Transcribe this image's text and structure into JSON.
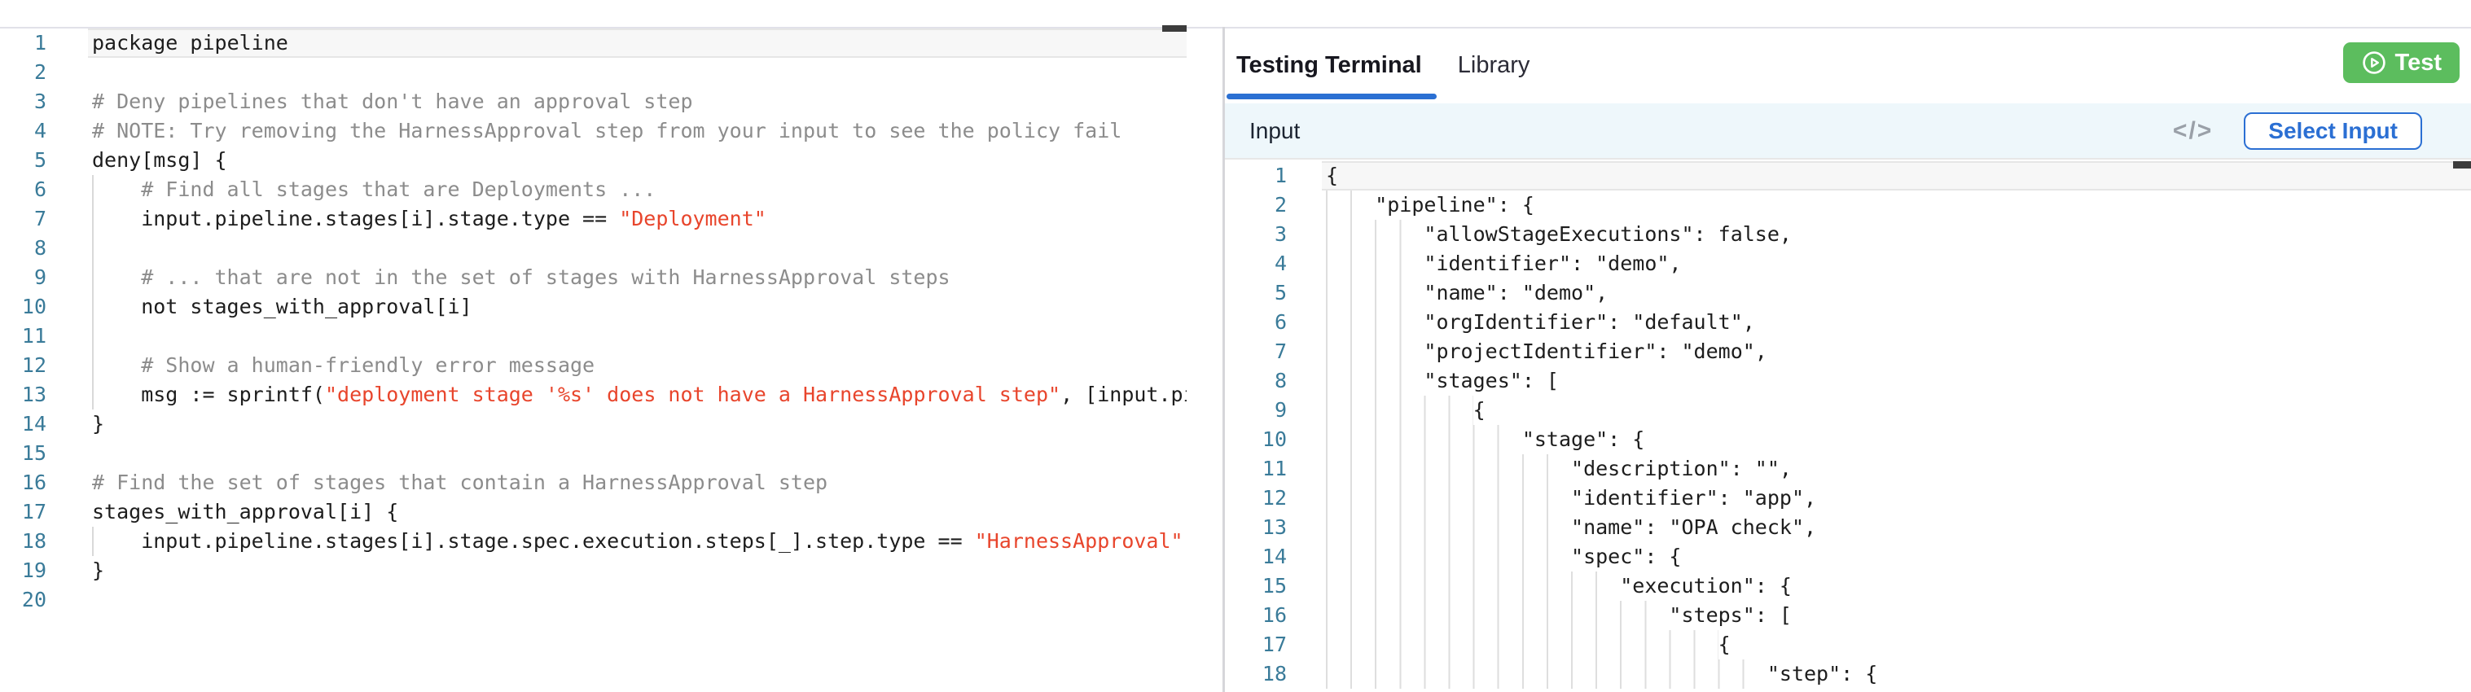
{
  "colors": {
    "accent_blue": "#2b70d3",
    "test_green": "#5cbd5e",
    "string_red": "#e8452c",
    "comment_gray": "#8c8c8c",
    "line_number_teal": "#3a7b99",
    "indent_guide": "#d9d9d9",
    "input_header_bg": "#eef7fb",
    "current_line_border": "#e6e6e6",
    "top_border": "#e1e1e9"
  },
  "left_editor": {
    "language": "rego",
    "current_line": 1,
    "lines": [
      {
        "n": 1,
        "indent": 0,
        "segs": [
          [
            "package pipeline",
            "code"
          ]
        ]
      },
      {
        "n": 2,
        "indent": 0,
        "segs": []
      },
      {
        "n": 3,
        "indent": 0,
        "segs": [
          [
            "# Deny pipelines that don't have an approval step",
            "comment"
          ]
        ]
      },
      {
        "n": 4,
        "indent": 0,
        "segs": [
          [
            "# NOTE: Try removing the HarnessApproval step from your input to see the policy fail",
            "comment"
          ]
        ]
      },
      {
        "n": 5,
        "indent": 0,
        "segs": [
          [
            "deny[msg] {",
            "code"
          ]
        ]
      },
      {
        "n": 6,
        "indent": 4,
        "segs": [
          [
            "# Find all stages that are Deployments ...",
            "comment"
          ]
        ]
      },
      {
        "n": 7,
        "indent": 4,
        "segs": [
          [
            "input.pipeline.stages[i].stage.type == ",
            "code"
          ],
          [
            "\"Deployment\"",
            "string"
          ]
        ]
      },
      {
        "n": 8,
        "indent": 4,
        "segs": []
      },
      {
        "n": 9,
        "indent": 4,
        "segs": [
          [
            "# ... that are not in the set of stages with HarnessApproval steps",
            "comment"
          ]
        ]
      },
      {
        "n": 10,
        "indent": 4,
        "segs": [
          [
            "not stages_with_approval[i]",
            "code"
          ]
        ]
      },
      {
        "n": 11,
        "indent": 4,
        "segs": []
      },
      {
        "n": 12,
        "indent": 4,
        "segs": [
          [
            "# Show a human-friendly error message",
            "comment"
          ]
        ]
      },
      {
        "n": 13,
        "indent": 4,
        "segs": [
          [
            "msg := sprintf(",
            "code"
          ],
          [
            "\"deployment stage '%s' does not have a HarnessApproval step\"",
            "string"
          ],
          [
            ", [input.pipel",
            "code"
          ]
        ]
      },
      {
        "n": 14,
        "indent": 0,
        "segs": [
          [
            "}",
            "code"
          ]
        ]
      },
      {
        "n": 15,
        "indent": 0,
        "segs": []
      },
      {
        "n": 16,
        "indent": 0,
        "segs": [
          [
            "# Find the set of stages that contain a HarnessApproval step",
            "comment"
          ]
        ]
      },
      {
        "n": 17,
        "indent": 0,
        "segs": [
          [
            "stages_with_approval[i] {",
            "code"
          ]
        ]
      },
      {
        "n": 18,
        "indent": 4,
        "segs": [
          [
            "input.pipeline.stages[i].stage.spec.execution.steps[_].step.type == ",
            "code"
          ],
          [
            "\"HarnessApproval\"",
            "string"
          ]
        ]
      },
      {
        "n": 19,
        "indent": 0,
        "segs": [
          [
            "}",
            "code"
          ]
        ]
      },
      {
        "n": 20,
        "indent": 0,
        "segs": []
      }
    ]
  },
  "right_panel": {
    "tabs": [
      {
        "label": "Testing Terminal",
        "active": true
      },
      {
        "label": "Library",
        "active": false
      }
    ],
    "test_button_label": "Test",
    "input_header": {
      "title": "Input",
      "code_icon_label": "</>",
      "select_button_label": "Select Input"
    },
    "json_editor": {
      "language": "json",
      "current_line": 1,
      "lines": [
        {
          "n": 1,
          "indent": 0,
          "text": "{"
        },
        {
          "n": 2,
          "indent": 4,
          "text": "\"pipeline\": {"
        },
        {
          "n": 3,
          "indent": 8,
          "text": "\"allowStageExecutions\": false,"
        },
        {
          "n": 4,
          "indent": 8,
          "text": "\"identifier\": \"demo\","
        },
        {
          "n": 5,
          "indent": 8,
          "text": "\"name\": \"demo\","
        },
        {
          "n": 6,
          "indent": 8,
          "text": "\"orgIdentifier\": \"default\","
        },
        {
          "n": 7,
          "indent": 8,
          "text": "\"projectIdentifier\": \"demo\","
        },
        {
          "n": 8,
          "indent": 8,
          "text": "\"stages\": ["
        },
        {
          "n": 9,
          "indent": 12,
          "text": "{"
        },
        {
          "n": 10,
          "indent": 16,
          "text": "\"stage\": {"
        },
        {
          "n": 11,
          "indent": 20,
          "text": "\"description\": \"\","
        },
        {
          "n": 12,
          "indent": 20,
          "text": "\"identifier\": \"app\","
        },
        {
          "n": 13,
          "indent": 20,
          "text": "\"name\": \"OPA check\","
        },
        {
          "n": 14,
          "indent": 20,
          "text": "\"spec\": {"
        },
        {
          "n": 15,
          "indent": 24,
          "text": "\"execution\": {"
        },
        {
          "n": 16,
          "indent": 28,
          "text": "\"steps\": ["
        },
        {
          "n": 17,
          "indent": 32,
          "text": "{"
        },
        {
          "n": 18,
          "indent": 36,
          "text": "\"step\": {"
        }
      ]
    }
  }
}
